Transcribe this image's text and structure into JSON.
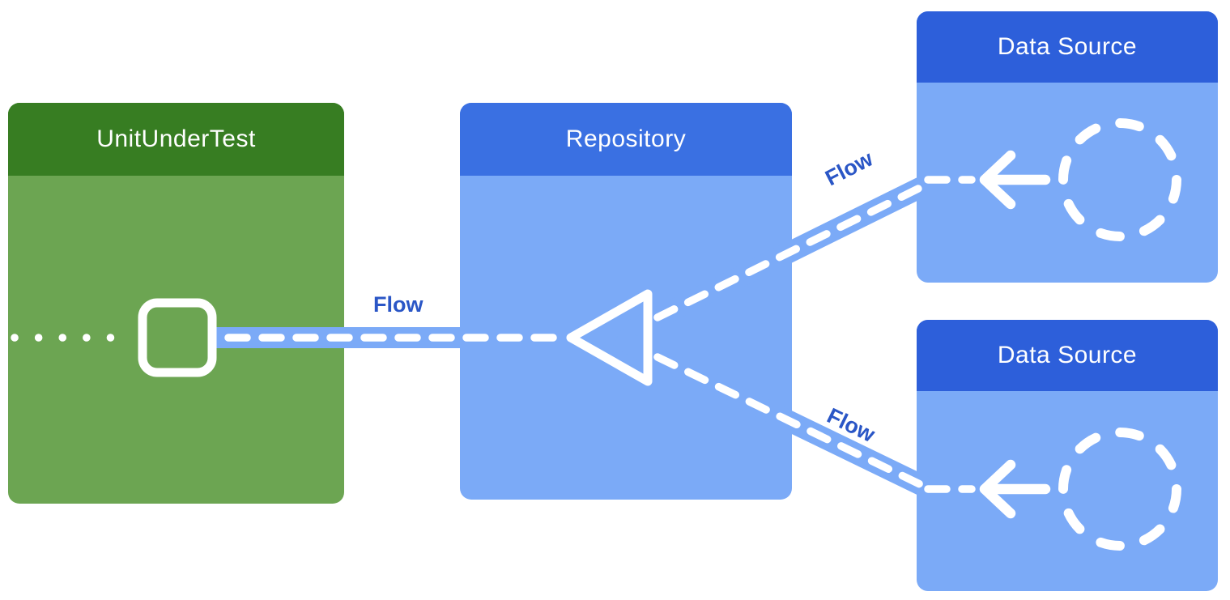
{
  "diagram": {
    "nodes": {
      "unit_under_test": {
        "title": "UnitUnderTest"
      },
      "repository": {
        "title": "Repository"
      },
      "data_source_top": {
        "title": "Data Source"
      },
      "data_source_bottom": {
        "title": "Data Source"
      }
    },
    "flows": {
      "repository_to_unit": {
        "label": "Flow"
      },
      "data_source_top_to_repository": {
        "label": "Flow"
      },
      "data_source_bottom_to_repository": {
        "label": "Flow"
      }
    },
    "icons": {
      "unit_collector": "rounded-square-icon",
      "repository_collector": "triangle-icon",
      "data_source_top_emission": "arrow-left-icon",
      "data_source_bottom_emission": "arrow-left-icon",
      "data_source_top_producer": "dashed-circle-icon",
      "data_source_bottom_producer": "dashed-circle-icon"
    },
    "colors": {
      "unit_header_green": "#377d22",
      "unit_body_green": "#6ca552",
      "repository_header_blue": "#3a70e2",
      "data_source_header_blue": "#2d5fda",
      "body_blue": "#7baaf7",
      "flow_band_blue": "#7baaf7",
      "flow_label_blue": "#2a56c6",
      "dash_white": "#ffffff",
      "background": "#ffffff"
    }
  }
}
